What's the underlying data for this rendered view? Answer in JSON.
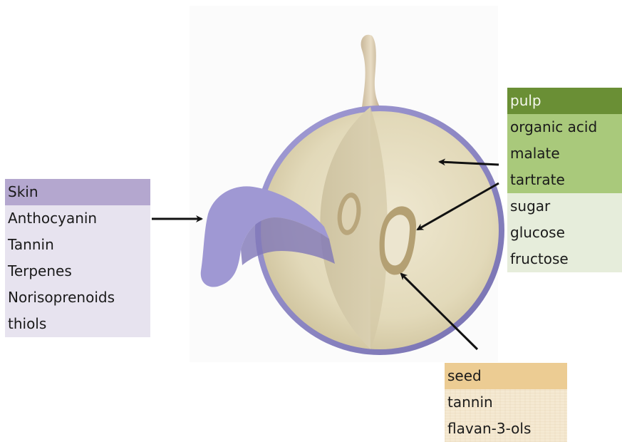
{
  "skin": {
    "title": "Skin",
    "items": [
      "Anthocyanin",
      "Tannin",
      "Terpenes",
      "Norisoprenoids",
      "thiols"
    ]
  },
  "pulp": {
    "title": "pulp",
    "acid_items": [
      "organic acid",
      "malate",
      "tartrate"
    ],
    "sugar_items": [
      "sugar",
      "glucose",
      "fructose"
    ]
  },
  "seed": {
    "title": "seed",
    "items": [
      "tannin",
      "flavan-3-ols"
    ]
  },
  "colors": {
    "skin_header": "#b4a7cf",
    "skin_body": "#e7e3ef",
    "pulp_header": "#6a8f35",
    "pulp_acid": "#a9c97b",
    "pulp_sugar": "#e6eddb",
    "seed_header": "#eccc93",
    "seed_body": "#f5e9d2",
    "grape_skin": "#8d86c4",
    "grape_flesh": "#e4dcc0"
  }
}
